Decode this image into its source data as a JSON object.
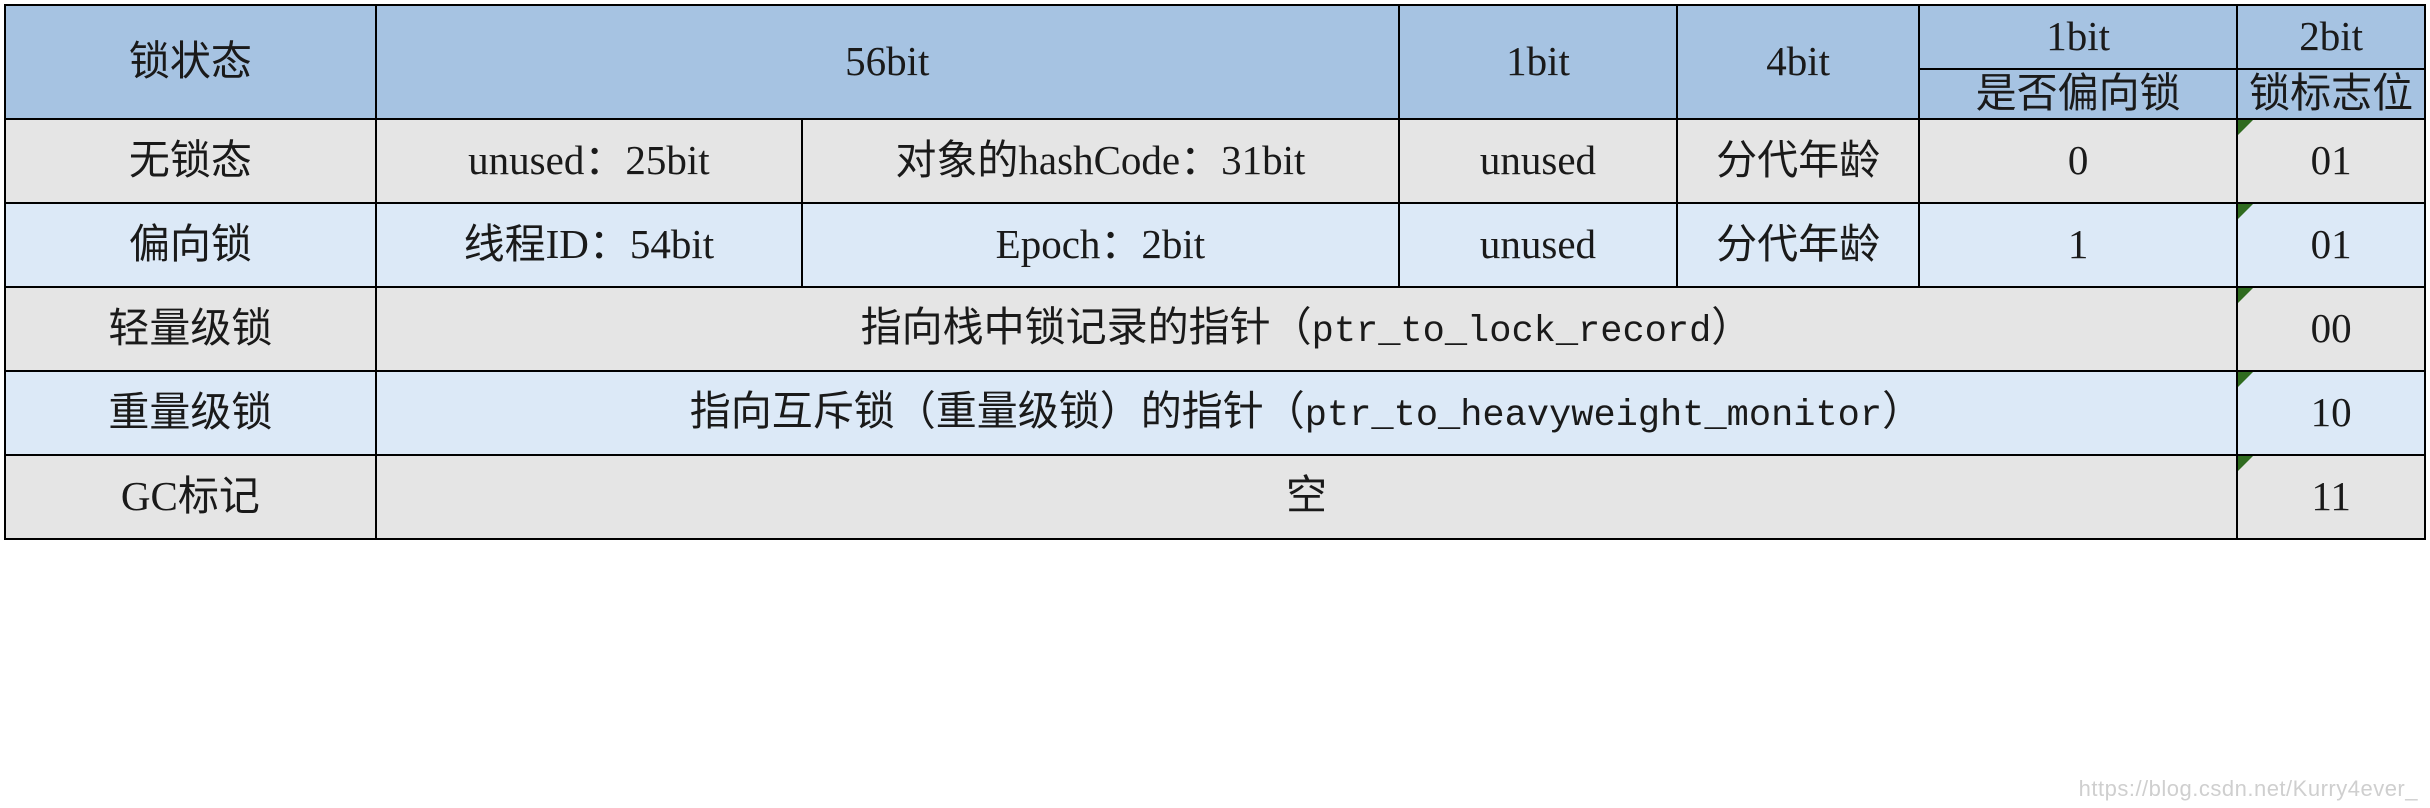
{
  "table": {
    "header": {
      "state_label": "锁状态",
      "bits_56": "56bit",
      "bits_1": "1bit",
      "bits_4": "4bit",
      "bits_1_right": "1bit",
      "bits_2_right": "2bit",
      "is_biased": "是否偏向锁",
      "lock_flag": "锁标志位"
    },
    "rows": [
      {
        "state": "无锁态",
        "field_a": "unused：25bit",
        "field_b": "对象的hashCode：31bit",
        "unused": "unused",
        "age": "分代年龄",
        "biased": "0",
        "flag": "01"
      },
      {
        "state": "偏向锁",
        "field_a": "线程ID：54bit",
        "field_b": "Epoch：2bit",
        "unused": "unused",
        "age": "分代年龄",
        "biased": "1",
        "flag": "01"
      },
      {
        "state": "轻量级锁",
        "wide_text": "指向栈中锁记录的指针（",
        "wide_code": "ptr_to_lock_record",
        "wide_tail": "）",
        "flag": "00"
      },
      {
        "state": "重量级锁",
        "wide_text": "指向互斥锁（重量级锁）的指针（",
        "wide_code": "ptr_to_heavyweight_monitor",
        "wide_tail": "）",
        "flag": "10"
      },
      {
        "state": "GC标记",
        "wide_text": "空",
        "wide_code": "",
        "wide_tail": "",
        "flag": "11"
      }
    ]
  },
  "watermark": "https://blog.csdn.net/Kurry4ever_",
  "colors": {
    "header_blue": "#a6c3e2",
    "row_gray": "#e5e5e5",
    "row_blue": "#dce9f7",
    "grid_line": "#000000",
    "marker_green": "#2f6b1f"
  }
}
